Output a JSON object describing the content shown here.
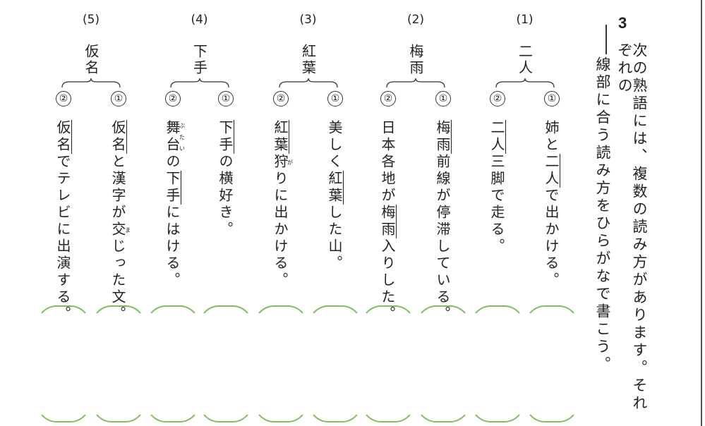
{
  "question": {
    "number": "3",
    "instruction_line1": "次の熟語には、複数の読み方があります。それぞれの",
    "instruction_line2": "線部に合う読み方をひらがなで書こう。"
  },
  "items": [
    {
      "num": "(1)",
      "word": "二人",
      "sentences": [
        {
          "mark": "①",
          "segments": [
            {
              "t": "姉と"
            },
            {
              "t": "二人",
              "u": true
            },
            {
              "t": "で出かける。"
            }
          ]
        },
        {
          "mark": "②",
          "segments": [
            {
              "t": "二人",
              "u": true
            },
            {
              "t": "三脚で走る。"
            }
          ]
        }
      ]
    },
    {
      "num": "(2)",
      "word": "梅雨",
      "sentences": [
        {
          "mark": "①",
          "segments": [
            {
              "t": "梅雨",
              "u": true
            },
            {
              "t": "前線が停滞している。"
            }
          ]
        },
        {
          "mark": "②",
          "segments": [
            {
              "t": "日本各地が"
            },
            {
              "t": "梅雨",
              "u": true
            },
            {
              "t": "入りした。"
            }
          ]
        }
      ]
    },
    {
      "num": "(3)",
      "word": "紅葉",
      "sentences": [
        {
          "mark": "①",
          "segments": [
            {
              "t": "美しく"
            },
            {
              "t": "紅葉",
              "u": true
            },
            {
              "t": "した山。"
            }
          ]
        },
        {
          "mark": "②",
          "segments": [
            {
              "t": "紅葉",
              "u": true
            },
            {
              "t": "狩",
              "r": "が"
            },
            {
              "t": "りに出かける。"
            }
          ]
        }
      ]
    },
    {
      "num": "(4)",
      "word": "下手",
      "sentences": [
        {
          "mark": "①",
          "segments": [
            {
              "t": "下手",
              "u": true
            },
            {
              "t": "の横好き。"
            }
          ]
        },
        {
          "mark": "②",
          "segments": [
            {
              "t": "舞台",
              "r": "ぶたい"
            },
            {
              "t": "の"
            },
            {
              "t": "下手",
              "u": true
            },
            {
              "t": "にはける。"
            }
          ]
        }
      ]
    },
    {
      "num": "(5)",
      "word": "仮名",
      "sentences": [
        {
          "mark": "①",
          "segments": [
            {
              "t": "仮名",
              "u": true
            },
            {
              "t": "と漢字が"
            },
            {
              "t": "交",
              "r": "ま"
            },
            {
              "t": "じった文。"
            }
          ]
        },
        {
          "mark": "②",
          "segments": [
            {
              "t": "仮名",
              "u": true
            },
            {
              "t": "でテレビに出演する。"
            }
          ]
        }
      ]
    }
  ],
  "colors": {
    "answer_box": "#7dbf5e",
    "border": "#556677"
  }
}
